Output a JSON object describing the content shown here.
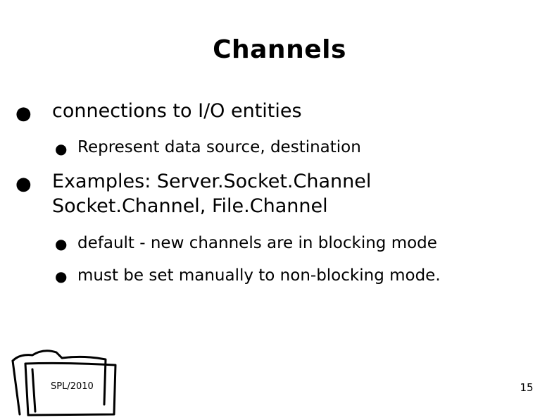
{
  "slide": {
    "title": "Channels",
    "bullets": [
      {
        "marker": "●",
        "text": "connections  to I/O entities",
        "sub": [
          {
            "marker": "●",
            "text": "Represent data source, destination"
          }
        ]
      },
      {
        "marker": "●",
        "text": "Examples: Server.Socket.Channel Socket.Channel, File.Channel",
        "sub": [
          {
            "marker": "●",
            "text": "default - new channels are in blocking mode"
          },
          {
            "marker": "●",
            "text": "must be set manually to non-blocking mode."
          }
        ]
      }
    ],
    "footer": "SPL/2010",
    "page_number": "15"
  },
  "icons": {
    "folder": "folder-icon"
  }
}
